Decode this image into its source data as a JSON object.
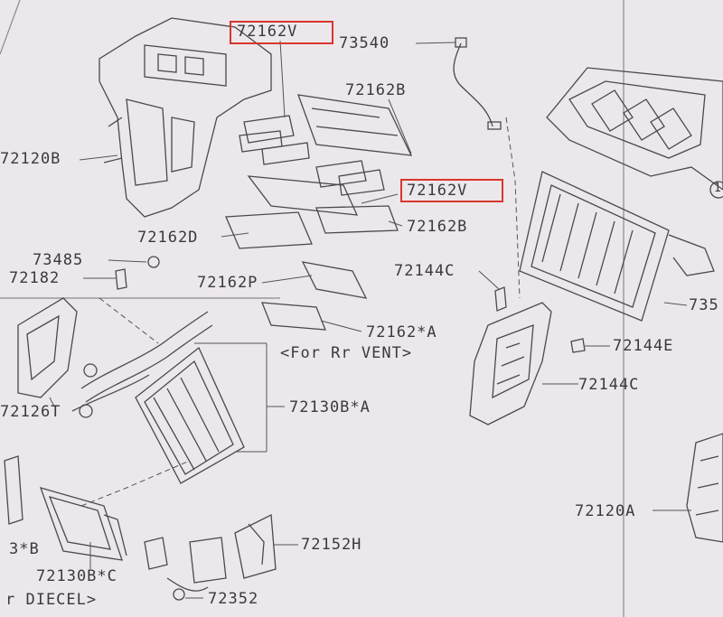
{
  "labels": {
    "p72162V_top": "72162V",
    "p73540": "73540",
    "p72162B_top": "72162B",
    "p72120B": "72120B",
    "p72162V_mid": "72162V",
    "p72162D": "72162D",
    "p72162B_mid": "72162B",
    "p73485": "73485",
    "p72182": "72182",
    "p72144C_upper": "72144C",
    "p72162P": "72162P",
    "p72162A": "72162*A",
    "vent_note": "<For Rr VENT>",
    "p72144E": "72144E",
    "p72126T": "72126T",
    "p72130BA": "72130B*A",
    "p72144C_lower": "72144C",
    "p72120A": "72120A",
    "pB": "3*B",
    "p72152H": "72152H",
    "p72130BC": "72130B*C",
    "diesel_note": "r DIECEL>",
    "p72352": "72352",
    "p73_right": "735",
    "p1_right": "1"
  },
  "colors": {
    "background": "#ece7ea",
    "line": "#4a4950",
    "text": "#3a3940",
    "highlight": "#d8362c"
  }
}
